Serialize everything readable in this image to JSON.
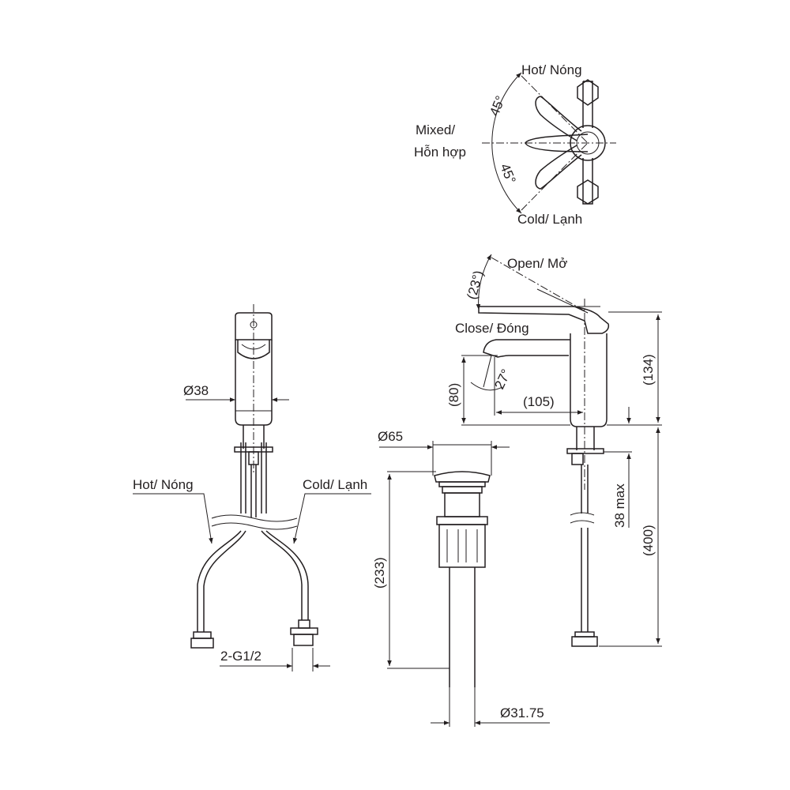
{
  "top_view": {
    "hot_label": "Hot/ Nóng",
    "mixed_label_1": "Mixed/",
    "mixed_label_2": "Hỗn hợp",
    "cold_label": "Cold/ Lạnh",
    "angle_upper": "45°",
    "angle_lower": "45°"
  },
  "front_view": {
    "diameter_label": "Ø38",
    "hot_label": "Hot/ Nóng",
    "cold_label": "Cold/ Lạnh",
    "thread_label": "2-G1/2"
  },
  "drain_view": {
    "diameter_top": "Ø65",
    "height_label": "(233)",
    "diameter_bottom": "Ø31.75"
  },
  "side_view": {
    "open_label": "Open/ Mở",
    "close_label": "Close/ Đóng",
    "lever_angle": "(23°)",
    "spout_angle": "27°",
    "height_134": "(134)",
    "height_80": "(80)",
    "reach_105": "(105)",
    "max_38": "38 max",
    "hose_400": "(400)"
  },
  "colors": {
    "line": "#231f20",
    "background": "#ffffff"
  }
}
